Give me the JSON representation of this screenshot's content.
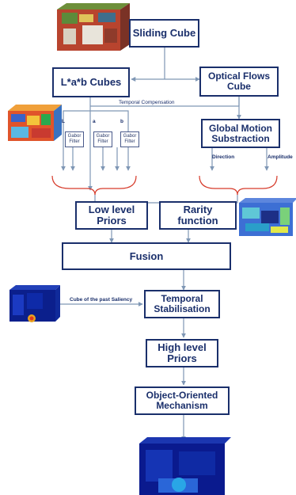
{
  "nodes": {
    "sliding_cube": "Sliding Cube",
    "lab_cubes": "L*a*b Cubes",
    "optical_flows": "Optical Flows\nCube",
    "global_motion": "Global Motion\nSubstraction",
    "low_level": "Low level\nPriors",
    "rarity": "Rarity\nfunction",
    "fusion": "Fusion",
    "temporal": "Temporal\nStabilisation",
    "high_level": "High level\nPriors",
    "object_oriented": "Object-Oriented\nMechanism"
  },
  "filters": {
    "gabor": "Gabor\nFilter",
    "channels": [
      "L",
      "a",
      "b"
    ]
  },
  "labels": {
    "temporal_compensation": "Temporal  Compensation",
    "direction": "Direction",
    "amplitude": "Amplitude",
    "past_saliency": "Cube of the past Saliency"
  },
  "colors": {
    "box_border": "#1a2f6b",
    "arrow": "#7f97b5",
    "brace": "#d63a2a"
  }
}
